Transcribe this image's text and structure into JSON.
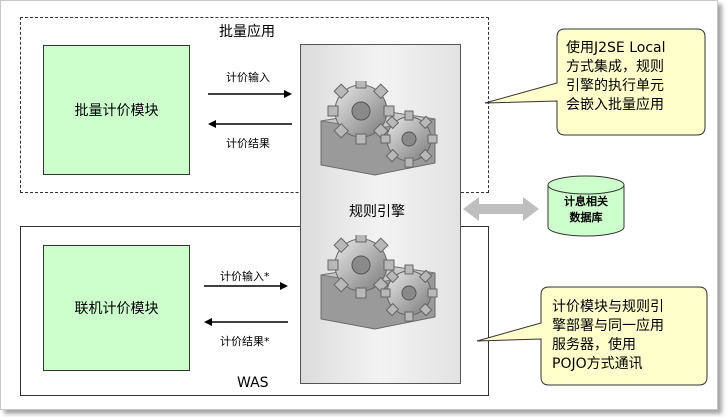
{
  "batch_app": {
    "title": "批量应用",
    "module": "批量计价模块",
    "input_label": "计价输入",
    "result_label": "计价结果"
  },
  "online_app": {
    "title": "WAS",
    "module": "联机计价模块",
    "input_label": "计价输入*",
    "result_label": "计价结果*"
  },
  "engine": {
    "label": "规则引擎",
    "icon": "gears-icon"
  },
  "database": {
    "label": "计息相关\n数据库"
  },
  "callout_top": {
    "text": "使用J2SE Local\n方式集成，规则\n引擎的执行单元\n会嵌入批量应用"
  },
  "callout_bottom": {
    "text": "计价模块与规则引\n擎部署与同一应用\n服务器，使用\nPOJO方式通讯"
  },
  "colors": {
    "module_fill": "#ccffcc",
    "callout_fill": "#ffffcc",
    "arrow_gray": "#bfbfbf"
  }
}
